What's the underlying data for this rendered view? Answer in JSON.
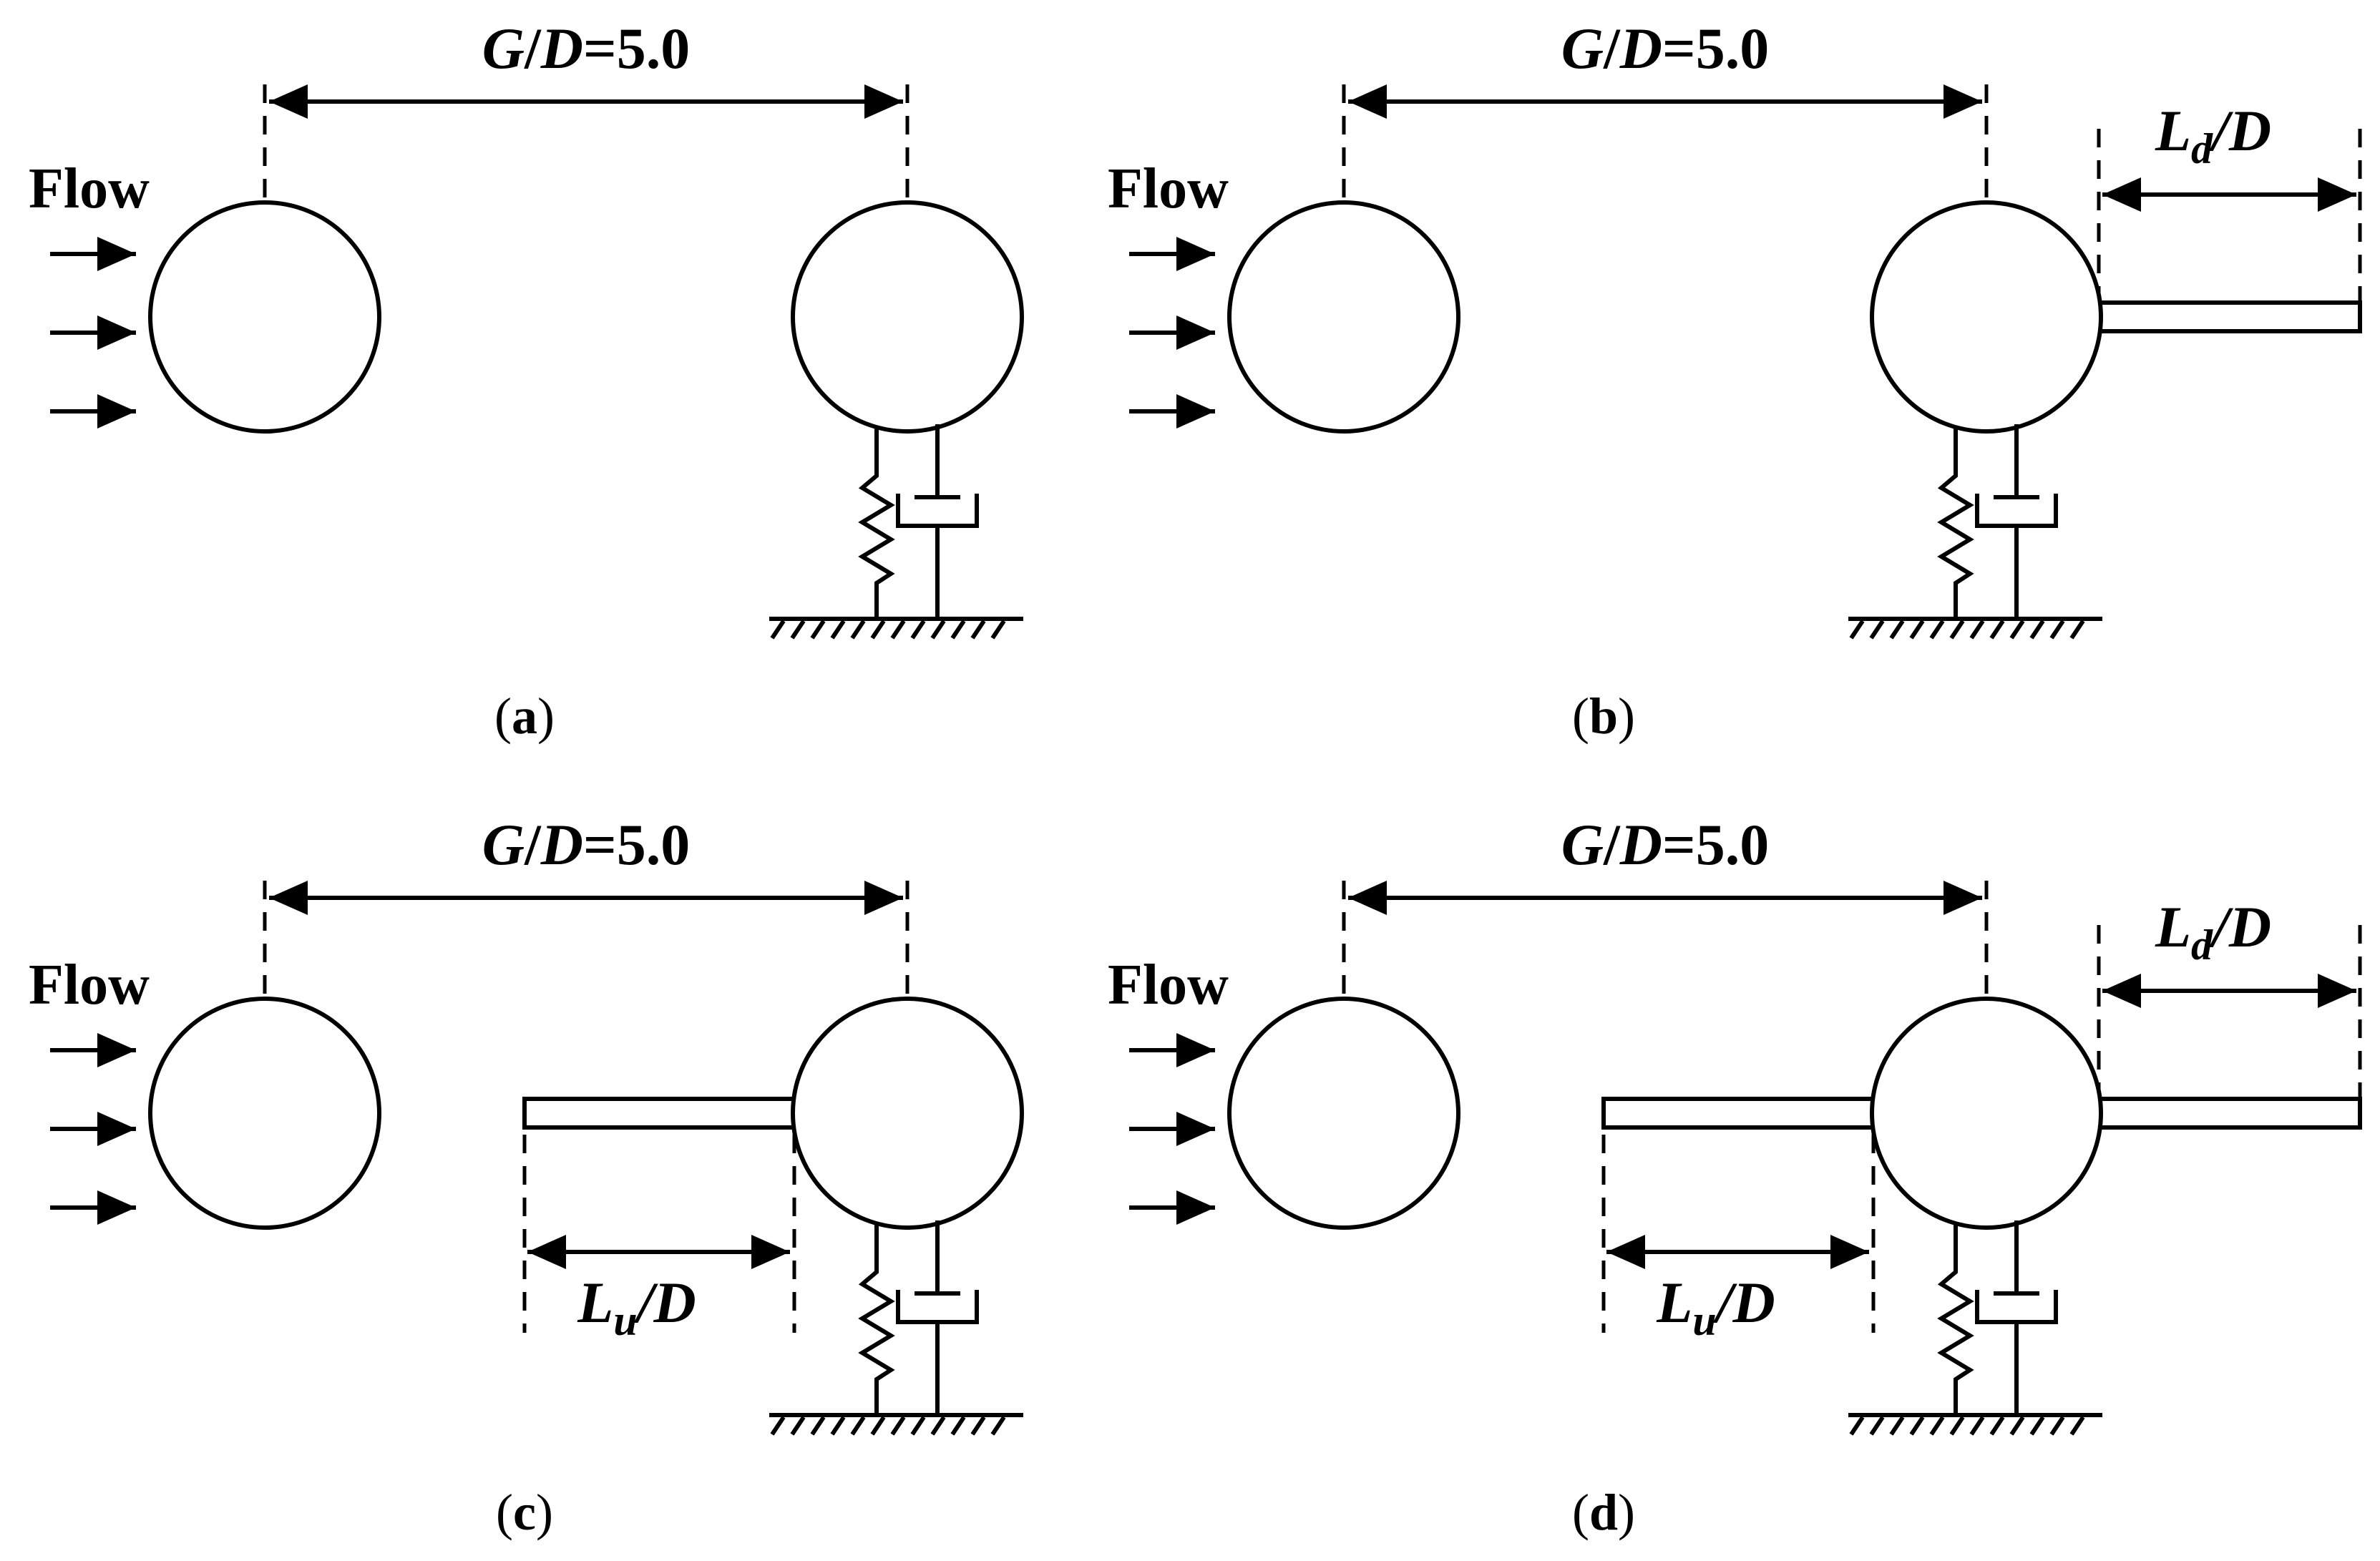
{
  "panels": [
    {
      "id": "a",
      "caption": {
        "open": "(",
        "letter": "a",
        "close": ")"
      },
      "gap_label": {
        "g": "G",
        "slash": "/",
        "d": "D",
        "rest": "=5.0"
      },
      "flow_label": "Flow",
      "downstream_plate": null,
      "upstream_plate": null
    },
    {
      "id": "b",
      "caption": {
        "open": "(",
        "letter": "b",
        "close": ")"
      },
      "gap_label": {
        "g": "G",
        "slash": "/",
        "d": "D",
        "rest": "=5.0"
      },
      "flow_label": "Flow",
      "downstream_plate": {
        "l": "L",
        "sub": "d",
        "rest": "/D"
      },
      "upstream_plate": null
    },
    {
      "id": "c",
      "caption": {
        "open": "(",
        "letter": "c",
        "close": ")"
      },
      "gap_label": {
        "g": "G",
        "slash": "/",
        "d": "D",
        "rest": "=5.0"
      },
      "flow_label": "Flow",
      "downstream_plate": null,
      "upstream_plate": {
        "l": "L",
        "sub": "u",
        "rest": "/D"
      }
    },
    {
      "id": "d",
      "caption": {
        "open": "(",
        "letter": "d",
        "close": ")"
      },
      "gap_label": {
        "g": "G",
        "slash": "/",
        "d": "D",
        "rest": "=5.0"
      },
      "flow_label": "Flow",
      "downstream_plate": {
        "l": "L",
        "sub": "d",
        "rest": "/D"
      },
      "upstream_plate": {
        "l": "L",
        "sub": "u",
        "rest": "/D"
      }
    }
  ]
}
